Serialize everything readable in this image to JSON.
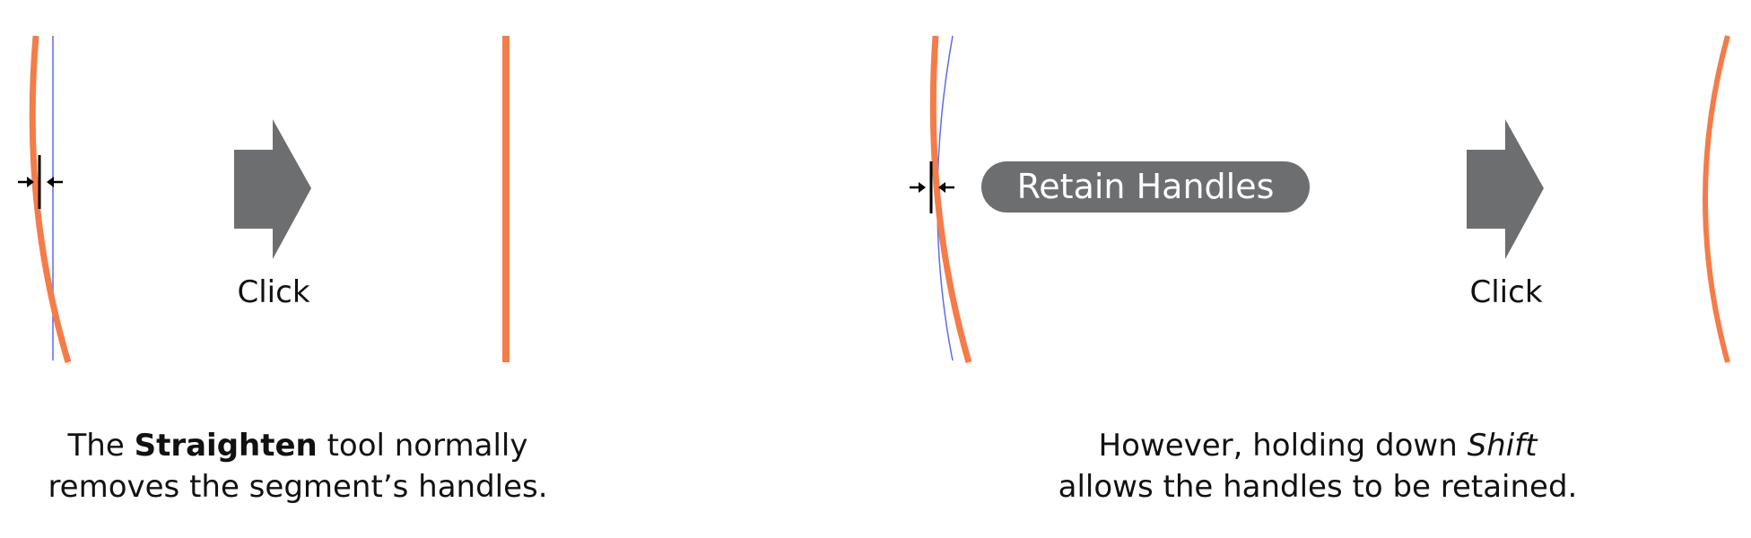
{
  "colors": {
    "path": "#f47c48",
    "handle_line": "#5b6cf2",
    "arrow": "#6d6e70",
    "pill": "#6d6e70",
    "text": "#111111"
  },
  "left_panel": {
    "click_label": "Click",
    "caption": {
      "line1_pre": "The ",
      "line1_bold": "Straighten",
      "line1_post": " tool normally",
      "line2": "removes the segment’s handles."
    }
  },
  "right_panel": {
    "pill_label": "Retain Handles",
    "click_label": "Click",
    "caption": {
      "line1_pre": "However, holding down ",
      "line1_italic": "Shift",
      "line2": "allows the handles to be retained."
    }
  },
  "icons": [
    "straighten-cursor-icon",
    "right-arrow-icon"
  ]
}
